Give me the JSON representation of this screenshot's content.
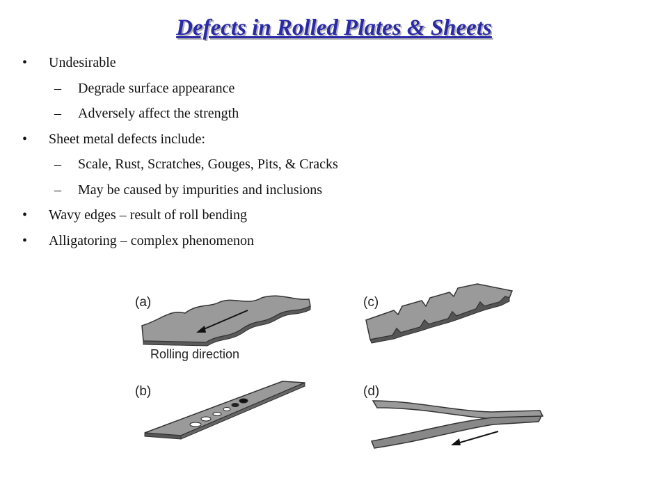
{
  "slide": {
    "title": "Defects in Rolled Plates & Sheets",
    "bullet_char": "•",
    "dash_char": "–",
    "items": [
      {
        "level": 1,
        "text": "Undesirable"
      },
      {
        "level": 2,
        "text": "Degrade surface appearance"
      },
      {
        "level": 2,
        "text": "Adversely affect the strength"
      },
      {
        "level": 1,
        "text": "Sheet metal defects include:"
      },
      {
        "level": 2,
        "text": "Scale, Rust, Scratches, Gouges, Pits, & Cracks"
      },
      {
        "level": 2,
        "text": "May be caused by impurities and inclusions"
      },
      {
        "level": 1,
        "text": "Wavy edges – result of roll bending"
      },
      {
        "level": 1,
        "text": "Alligatoring – complex phenomenon"
      }
    ]
  },
  "figure": {
    "panel_a": "(a)",
    "panel_b": "(b)",
    "panel_c": "(c)",
    "panel_d": "(d)",
    "caption_a": "Rolling direction",
    "sheet_color": "#9a9a9a",
    "edge_color": "#333333"
  }
}
